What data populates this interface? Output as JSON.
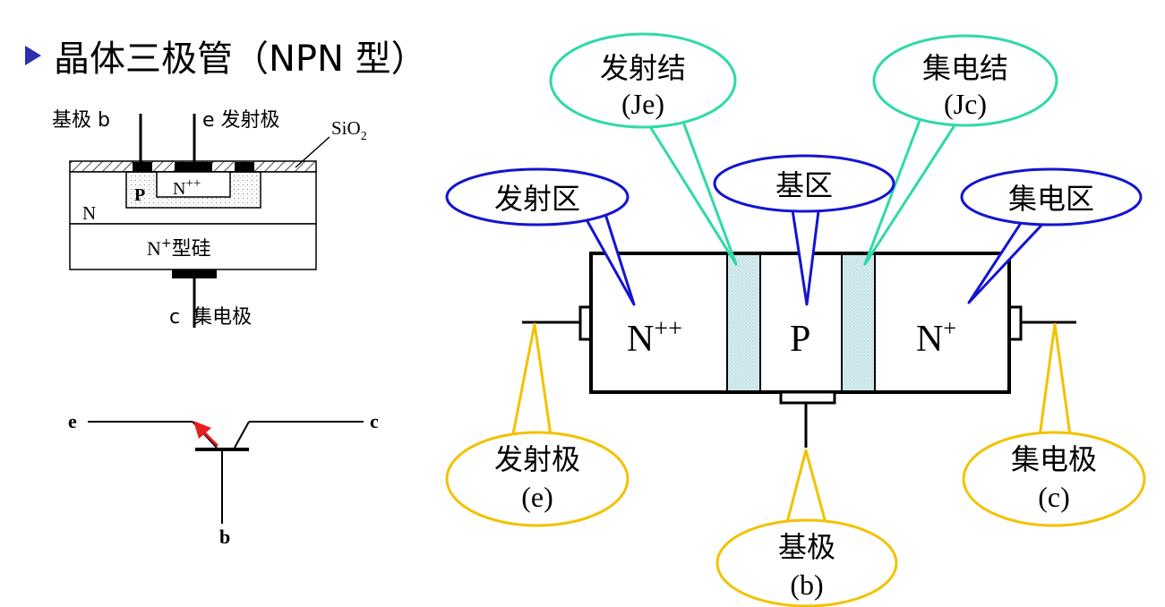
{
  "title": "晶体三极管（NPN 型）",
  "cross_section": {
    "base_label": "基极 b",
    "emitter_label": "e 发射极",
    "oxide_label": "SiO",
    "oxide_sub": "2",
    "n_label": "N",
    "p_label": "P",
    "npp_label": "N",
    "npp_sup": "++",
    "substrate_n": "N",
    "substrate_sup": "+",
    "substrate_text": "型硅",
    "collector_label": "c  集电极"
  },
  "symbol": {
    "e": "e",
    "c": "c",
    "b": "b"
  },
  "structure": {
    "regions": {
      "emitter": "N",
      "emitter_sup": "++",
      "base": "P",
      "collector": "N",
      "collector_sup": "+"
    }
  },
  "callouts": {
    "emitter_junction": [
      "发射结",
      "(Je)"
    ],
    "collector_junction": [
      "集电结",
      "(Jc)"
    ],
    "emitter_region": "发射区",
    "base_region": "基区",
    "collector_region": "集电区",
    "emitter_electrode": [
      "发射极",
      "(e)"
    ],
    "base_electrode": [
      "基极",
      "(b)"
    ],
    "collector_electrode": [
      "集电极",
      "(c)"
    ]
  },
  "colors": {
    "junction_callout": "#2fd9a8",
    "region_callout": "#1414d2",
    "electrode_callout": "#f2c200",
    "junction_fill": "#cfe7ec",
    "arrow": "#e41f1f",
    "title_bullet": "#2b2fb0"
  }
}
